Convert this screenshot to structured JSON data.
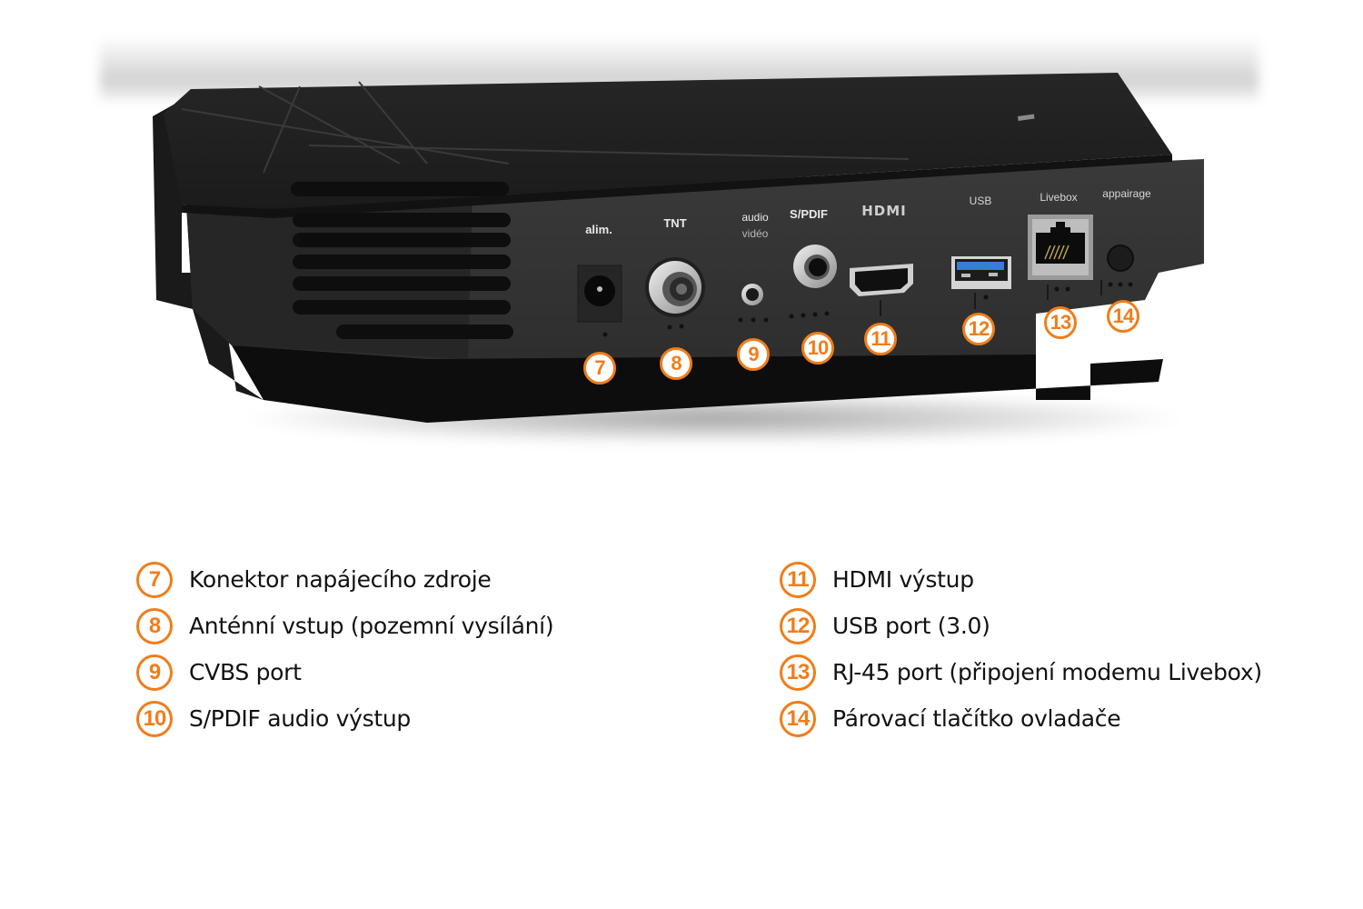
{
  "device": {
    "port_labels": {
      "power": "alim.",
      "tnt": "TNT",
      "audio_video_line1": "audio",
      "audio_video_line2": "vidéo",
      "spdif": "S/PDIF",
      "hdmi": "HDMI",
      "usb": "USB",
      "livebox": "Livebox",
      "pairing": "appairage"
    },
    "callouts": [
      {
        "number": "7",
        "port": "power"
      },
      {
        "number": "8",
        "port": "tnt"
      },
      {
        "number": "9",
        "port": "audio-video"
      },
      {
        "number": "10",
        "port": "spdif"
      },
      {
        "number": "11",
        "port": "hdmi"
      },
      {
        "number": "12",
        "port": "usb"
      },
      {
        "number": "13",
        "port": "livebox-rj45"
      },
      {
        "number": "14",
        "port": "pairing-button"
      }
    ],
    "colors": {
      "accent": "#f07d1a",
      "body": "#2b2b2b",
      "usb_blue": "#3a7bd5"
    }
  },
  "legend": {
    "left": [
      {
        "number": "7",
        "text": "Konektor napájecího zdroje"
      },
      {
        "number": "8",
        "text": "Anténní vstup (pozemní vysílání)"
      },
      {
        "number": "9",
        "text": "CVBS port"
      },
      {
        "number": "10",
        "text": "S/PDIF audio výstup"
      }
    ],
    "right": [
      {
        "number": "11",
        "text": "HDMI výstup"
      },
      {
        "number": "12",
        "text": "USB port (3.0)"
      },
      {
        "number": "13",
        "text": "RJ-45 port (připojení modemu Livebox)"
      },
      {
        "number": "14",
        "text": "Párovací tlačítko ovladače"
      }
    ]
  }
}
